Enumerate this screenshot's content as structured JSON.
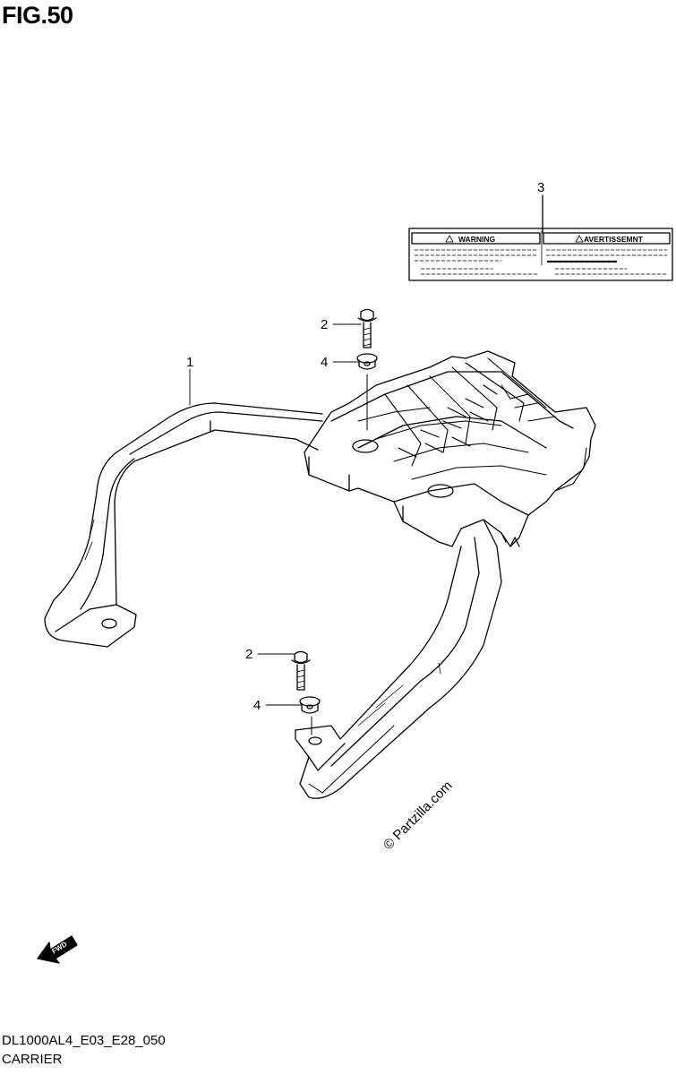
{
  "figure": {
    "title": "FIG.50"
  },
  "callouts": [
    {
      "id": "1",
      "part": "carrier-frame"
    },
    {
      "id": "2",
      "part": "bolt-upper"
    },
    {
      "id": "2",
      "part": "bolt-lower"
    },
    {
      "id": "3",
      "part": "warning-label"
    },
    {
      "id": "4",
      "part": "washer-upper"
    },
    {
      "id": "4",
      "part": "washer-lower"
    }
  ],
  "warning_label": {
    "left_heading": "WARNING",
    "right_heading": "AVERTISSEMNT"
  },
  "fwd_arrow": {
    "text": "FWD"
  },
  "watermark": {
    "text": "© Partzilla.com"
  },
  "footer": {
    "model_code": "DL1000AL4_E03_E28_050",
    "caption": "CARRIER"
  }
}
